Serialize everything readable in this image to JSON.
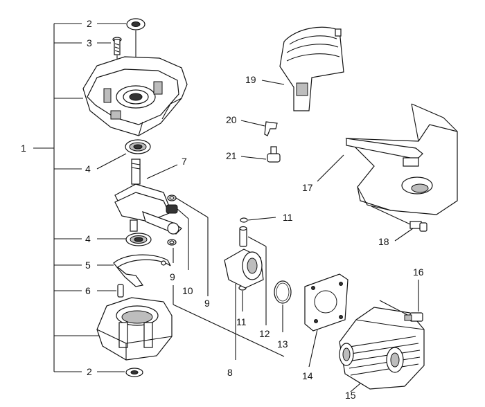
{
  "callouts": [
    {
      "id": "c1",
      "text": "1"
    },
    {
      "id": "c2a",
      "text": "2"
    },
    {
      "id": "c3",
      "text": "3"
    },
    {
      "id": "c4a",
      "text": "4"
    },
    {
      "id": "c7",
      "text": "7"
    },
    {
      "id": "c4b",
      "text": "4"
    },
    {
      "id": "c5",
      "text": "5"
    },
    {
      "id": "c6",
      "text": "6"
    },
    {
      "id": "c2b",
      "text": "2"
    },
    {
      "id": "c9a",
      "text": "9"
    },
    {
      "id": "c10",
      "text": "10"
    },
    {
      "id": "c9b",
      "text": "9"
    },
    {
      "id": "c8",
      "text": "8"
    },
    {
      "id": "c11a",
      "text": "11"
    },
    {
      "id": "c11b",
      "text": "11"
    },
    {
      "id": "c12",
      "text": "12"
    },
    {
      "id": "c13",
      "text": "13"
    },
    {
      "id": "c14",
      "text": "14"
    },
    {
      "id": "c15",
      "text": "15"
    },
    {
      "id": "c16",
      "text": "16"
    },
    {
      "id": "c17",
      "text": "17"
    },
    {
      "id": "c18",
      "text": "18"
    },
    {
      "id": "c19",
      "text": "19"
    },
    {
      "id": "c20",
      "text": "20"
    },
    {
      "id": "c21",
      "text": "21"
    }
  ]
}
